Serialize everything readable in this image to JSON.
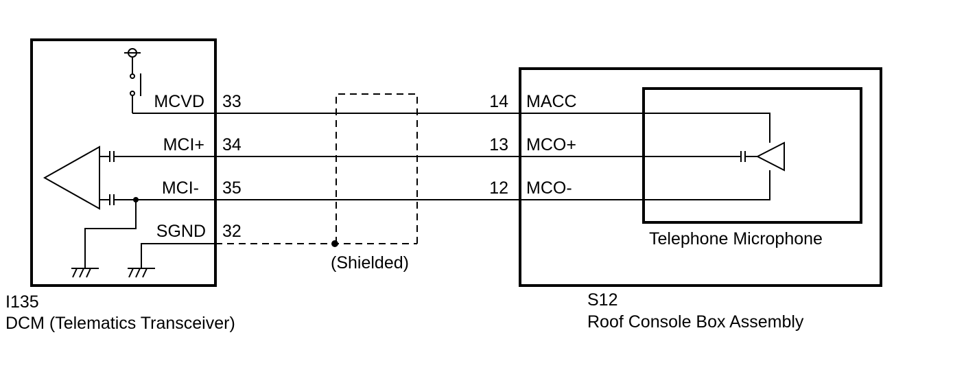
{
  "left_component": {
    "id": "I135",
    "name": "DCM (Telematics Transceiver)",
    "signals": [
      "MCVD",
      "MCI+",
      "MCI-",
      "SGND"
    ],
    "pins": [
      "33",
      "34",
      "35",
      "32"
    ]
  },
  "right_component": {
    "id": "S12",
    "name": "Roof Console Box Assembly",
    "signals": [
      "MACC",
      "MCO+",
      "MCO-"
    ],
    "pins": [
      "14",
      "13",
      "12"
    ],
    "inner_component": "Telephone Microphone"
  },
  "shield_label": "(Shielded)",
  "connections": [
    {
      "from_signal": "MCVD",
      "from_pin": "33",
      "to_pin": "14",
      "to_signal": "MACC"
    },
    {
      "from_signal": "MCI+",
      "from_pin": "34",
      "to_pin": "13",
      "to_signal": "MCO+"
    },
    {
      "from_signal": "MCI-",
      "from_pin": "35",
      "to_pin": "12",
      "to_signal": "MCO-"
    },
    {
      "from_signal": "SGND",
      "from_pin": "32",
      "to_pin": "",
      "to_signal": ""
    }
  ]
}
